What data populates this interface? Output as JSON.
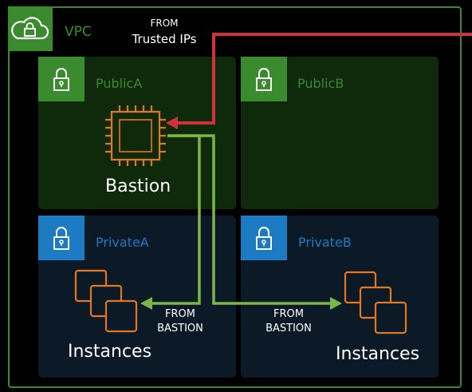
{
  "vpc": {
    "label": "VPC",
    "icon": "cloud-lock-icon",
    "from_label": "FROM",
    "source_label": "Trusted IPs"
  },
  "subnets": {
    "public_a": {
      "label": "PublicA",
      "icon": "lock-icon"
    },
    "public_b": {
      "label": "PublicB",
      "icon": "lock-icon"
    },
    "private_a": {
      "label": "PrivateA",
      "icon": "lock-icon"
    },
    "private_b": {
      "label": "PrivateB",
      "icon": "lock-icon"
    }
  },
  "bastion": {
    "label": "Bastion",
    "icon": "ec2-chip-icon"
  },
  "instances_a": {
    "label": "Instances",
    "icon": "instances-icon"
  },
  "instances_b": {
    "label": "Instances",
    "icon": "instances-icon"
  },
  "flows": {
    "to_a": {
      "from": "FROM",
      "source": "BASTION"
    },
    "to_b": {
      "from": "FROM",
      "source": "BASTION"
    }
  },
  "colors": {
    "background": "#000000",
    "vpc_green": "#3a8a2e",
    "public_fill": "#0e2a0b",
    "private_fill": "#0b1a26",
    "private_blue": "#1c7bc2",
    "resource_orange": "#e5771e",
    "ingress_red": "#d13238",
    "bastion_arrow_green": "#7ab648"
  }
}
